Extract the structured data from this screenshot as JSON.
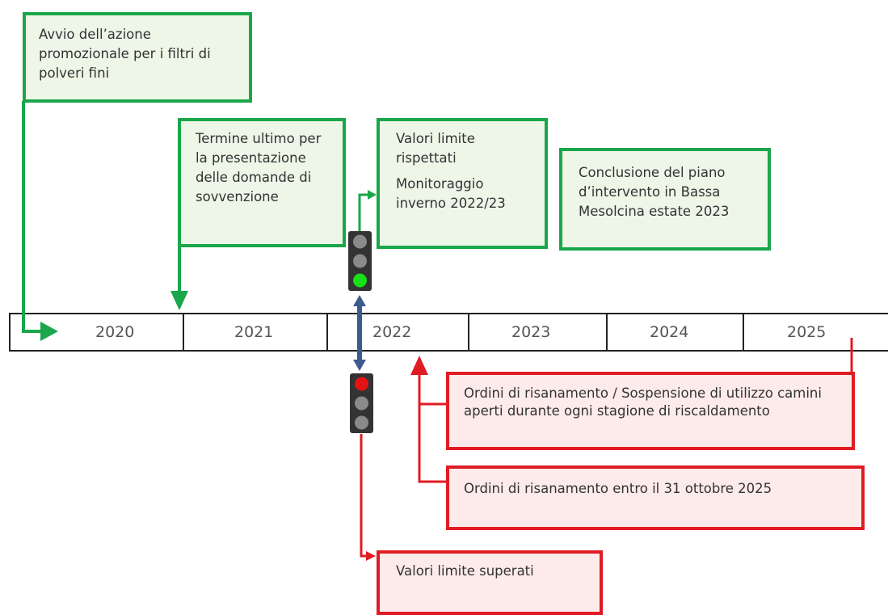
{
  "colors": {
    "green": "#1aa64a",
    "green_fill": "#eef6e8",
    "red": "#e01b24",
    "red_fill": "#fdeaea",
    "blue": "#3d5a8c",
    "traffic_light_body": "#333333",
    "light_off": "#8a8a8a",
    "light_green": "#18e018",
    "light_red": "#e41313"
  },
  "timeline": {
    "years": [
      "2020",
      "2021",
      "2022",
      "2023",
      "2024",
      "2025"
    ]
  },
  "notes": {
    "avvio": "Avvio dell’azione promozionale per i filtri di polveri fini",
    "termine": "Termine ultimo per la presentazione delle domande di sovvenzione",
    "valori_rispettati": "Valori limite rispettati",
    "monitoraggio": "Monitoraggio inverno 2022/23",
    "conclusione": "Conclusione del piano d’intervento in Bassa Mesolcina estate 2023",
    "ordini_sospensione": "Ordini di risanamento / Sospensione di utilizzo camini aperti durante ogni stagione di riscaldamento",
    "ordini_entro": "Ordini di risanamento entro il 31 ottobre 2025",
    "valori_superati": "Valori limite superati"
  },
  "icons": {
    "traffic_light_green": "traffic-light-green-icon",
    "traffic_light_red": "traffic-light-red-icon"
  }
}
